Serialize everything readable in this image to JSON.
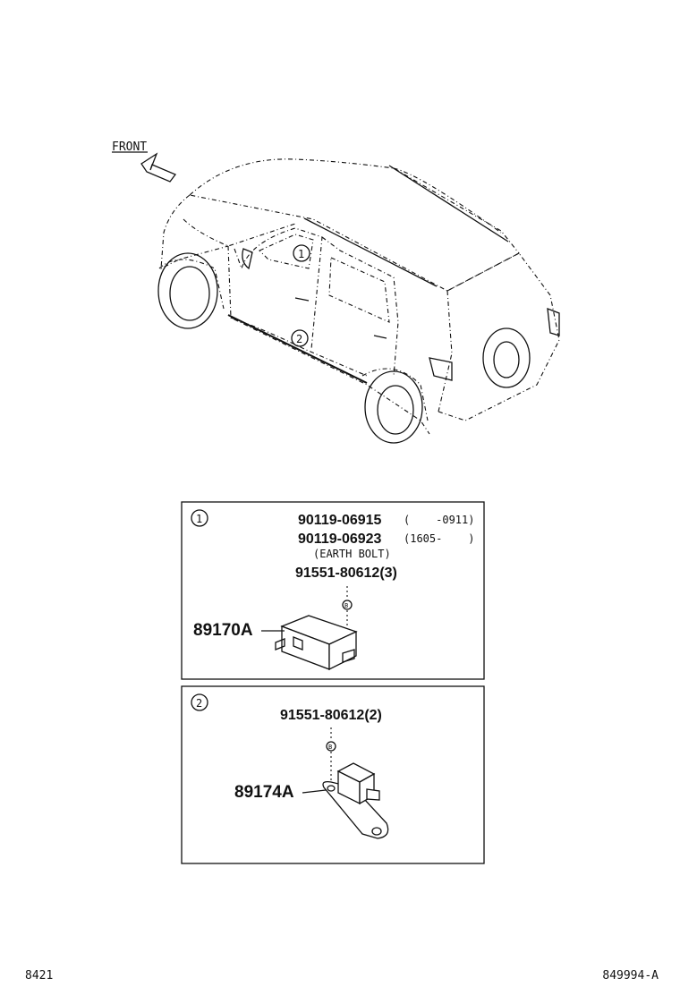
{
  "front_label": "FRONT",
  "car_markers": [
    "1",
    "2"
  ],
  "box1": {
    "marker": "1",
    "part_a": "90119-06915",
    "part_a_range": "(    -0911)",
    "part_b": "90119-06923",
    "part_b_range": "(1605-    )",
    "part_b_note": "(EARTH BOLT)",
    "part_c": "91551-80612(3)",
    "bolt_tag": "B",
    "module_part": "89170A"
  },
  "box2": {
    "marker": "2",
    "part_c": "91551-80612(2)",
    "bolt_tag": "B",
    "sensor_part": "89174A"
  },
  "footer_left": "8421",
  "footer_right": "849994-A"
}
